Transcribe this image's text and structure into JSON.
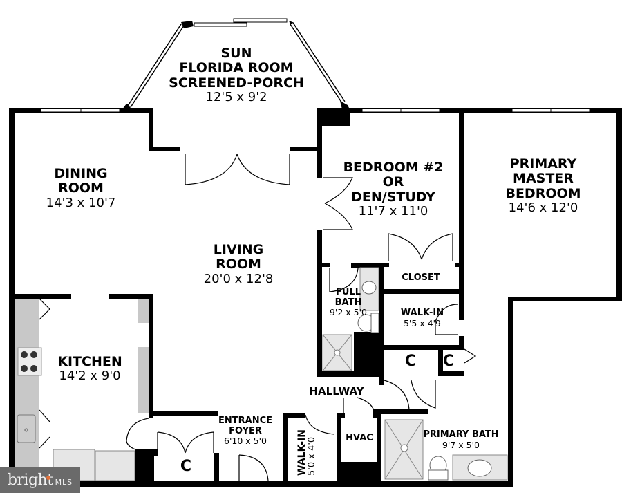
{
  "plan": {
    "rooms": [
      {
        "id": "sun-room",
        "name_lines": [
          "SUN",
          "FLORIDA ROOM",
          "SCREENED-PORCH"
        ],
        "dimensions": "12'5 x 9'2"
      },
      {
        "id": "dining-room",
        "name_lines": [
          "DINING",
          "ROOM"
        ],
        "dimensions": "14'3 x 10'7"
      },
      {
        "id": "living-room",
        "name_lines": [
          "LIVING",
          "ROOM"
        ],
        "dimensions": "20'0 x 12'8"
      },
      {
        "id": "bedroom-2",
        "name_lines": [
          "BEDROOM #2",
          "OR",
          "DEN/STUDY"
        ],
        "dimensions": "11'7 x 11'0"
      },
      {
        "id": "primary-bedroom",
        "name_lines": [
          "PRIMARY",
          "MASTER",
          "BEDROOM"
        ],
        "dimensions": "14'6 x 12'0"
      },
      {
        "id": "closet",
        "name_lines": [
          "CLOSET"
        ],
        "dimensions": ""
      },
      {
        "id": "full-bath",
        "name_lines": [
          "FULL",
          "BATH"
        ],
        "dimensions": "9'2 x 5'0"
      },
      {
        "id": "walk-in-primary",
        "name_lines": [
          "WALK-IN"
        ],
        "dimensions": "5'5 x 4'9"
      },
      {
        "id": "kitchen",
        "name_lines": [
          "KITCHEN"
        ],
        "dimensions": "14'2 x 9'0"
      },
      {
        "id": "hallway",
        "name_lines": [
          "HALLWAY"
        ],
        "dimensions": ""
      },
      {
        "id": "entrance-foyer",
        "name_lines": [
          "ENTRANCE",
          "FOYER"
        ],
        "dimensions": "6'10 x 5'0"
      },
      {
        "id": "walk-in-hall",
        "name_lines": [
          "WALK-IN"
        ],
        "dimensions": "5'0 x 4'0"
      },
      {
        "id": "hvac",
        "name_lines": [
          "HVAC"
        ],
        "dimensions": ""
      },
      {
        "id": "primary-bath",
        "name_lines": [
          "PRIMARY BATH"
        ],
        "dimensions": "9'7 x 5'0"
      }
    ],
    "closet_labels": [
      "C",
      "C",
      "C"
    ]
  },
  "watermark": {
    "brand": "bright",
    "suffix": "MLS",
    "accent_color": "#e0703a",
    "background": "#6a6a6a"
  },
  "colors": {
    "wall": "#000000",
    "counter": "#c8c8c8",
    "fixture": "#e6e6e6"
  }
}
